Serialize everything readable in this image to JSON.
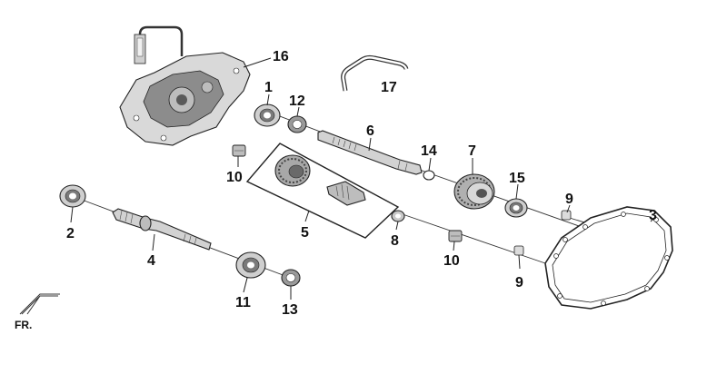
{
  "diagram": {
    "direction_label": "FR.",
    "callouts": [
      {
        "id": "16",
        "text": "16"
      },
      {
        "id": "17",
        "text": "17"
      },
      {
        "id": "1",
        "text": "1"
      },
      {
        "id": "12",
        "text": "12"
      },
      {
        "id": "6",
        "text": "6"
      },
      {
        "id": "14",
        "text": "14"
      },
      {
        "id": "7",
        "text": "7"
      },
      {
        "id": "15",
        "text": "15"
      },
      {
        "id": "9a",
        "text": "9"
      },
      {
        "id": "3",
        "text": "3"
      },
      {
        "id": "10a",
        "text": "10"
      },
      {
        "id": "5",
        "text": "5"
      },
      {
        "id": "8",
        "text": "8"
      },
      {
        "id": "10b",
        "text": "10"
      },
      {
        "id": "9b",
        "text": "9"
      },
      {
        "id": "2",
        "text": "2"
      },
      {
        "id": "4",
        "text": "4"
      },
      {
        "id": "11",
        "text": "11"
      },
      {
        "id": "13",
        "text": "13"
      }
    ]
  }
}
